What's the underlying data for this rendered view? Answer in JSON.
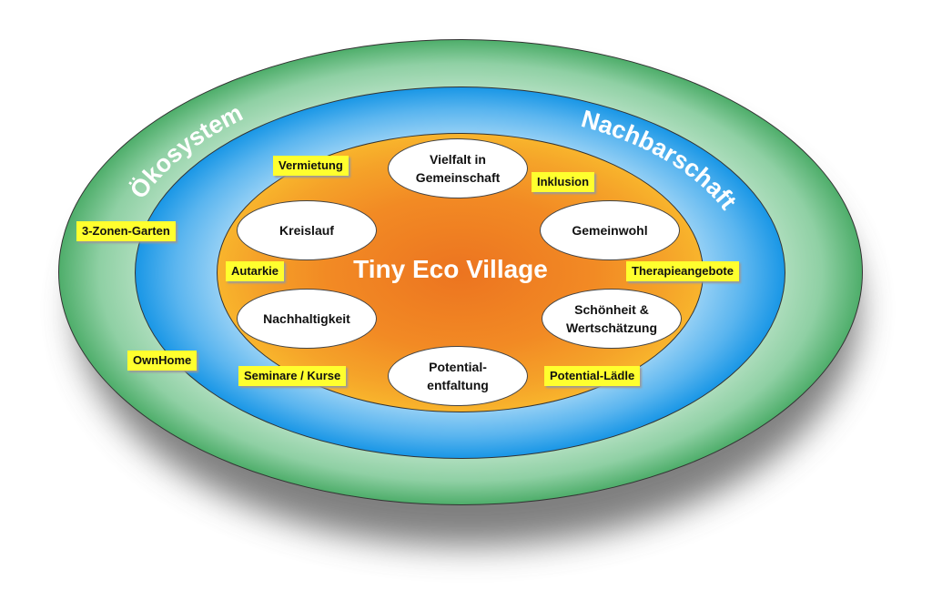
{
  "title": "Tiny Eco Village",
  "rings": {
    "outer": "Ökosystem",
    "middle": "Nachbarschaft"
  },
  "nodes": [
    "Vielfalt in\nGemeinschaft",
    "Kreislauf",
    "Gemeinwohl",
    "Nachhaltigkeit",
    "Schönheit &\nWertschätzung",
    "Potential-\nentfaltung"
  ],
  "tags": [
    "Vermietung",
    "Inklusion",
    "3-Zonen-Garten",
    "Autarkie",
    "Therapieangebote",
    "OwnHome",
    "Seminare / Kurse",
    "Potential-Lädle"
  ],
  "colors": {
    "ecosystem": "#4fae6b",
    "neighborhood": "#1a97e6",
    "village": "#ec7420",
    "tag": "#ffff2e"
  }
}
